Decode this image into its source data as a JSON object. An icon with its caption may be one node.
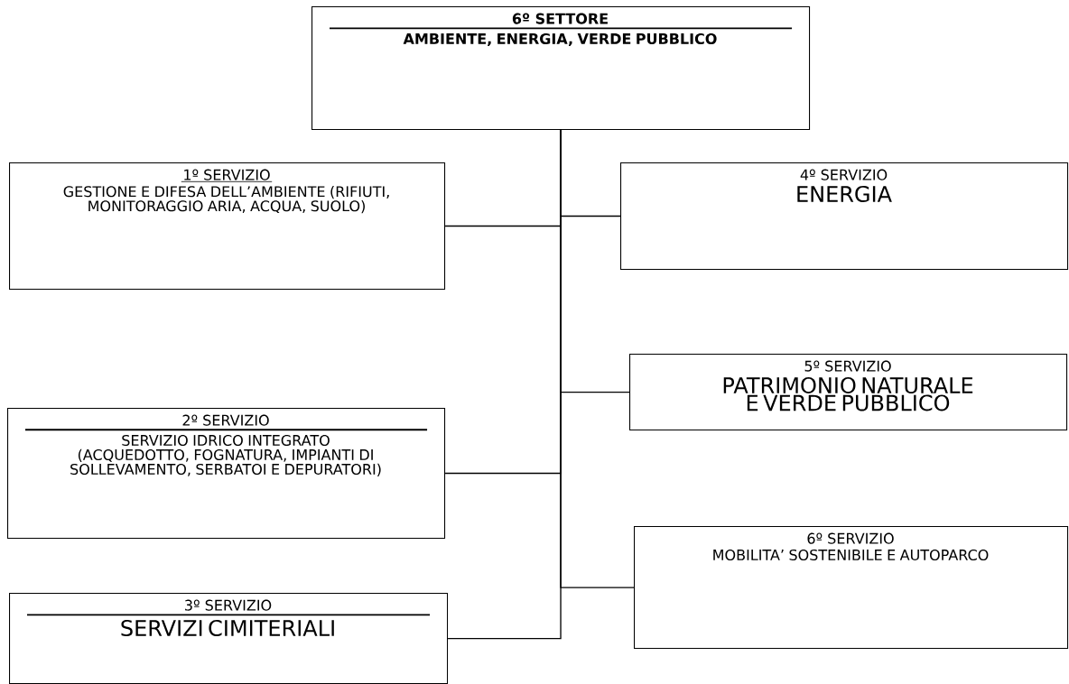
{
  "diagram": {
    "nodes": [
      {
        "text": [
          "6º SETTORE",
          "AMBIENTE, ENERGIA, VERDE PUBBLICO"
        ]
      },
      {
        "text": [
          "1º SERVIZIO",
          "GESTIONE E DIFESA DELL’AMBIENTE (RIFIUTI, MONITORAGGIO ARIA, ACQUA, SUOLO)"
        ]
      },
      {
        "text": [
          "4º SERVIZIO",
          "ENERGIA"
        ]
      },
      {
        "text": [
          "5º SERVIZIO",
          "PATRIMONIO NATURALE E VERDE PUBBLICO"
        ]
      },
      {
        "text": [
          "2º SERVIZIO",
          "SERVIZIO IDRICO INTEGRATO (ACQUEDOTTO, FOGNATURA, IMPIANTI DI SOLLEVAMENTO, SERBATOI E DEPURATORI)"
        ]
      },
      {
        "text": [
          "6º SERVIZIO",
          "MOBILITA’ SOSTENIBILE E AUTOPARCO"
        ]
      },
      {
        "text": [
          "3º SERVIZIO",
          "SERVIZI CIMITERIALI"
        ]
      }
    ],
    "edges": [
      {
        "from": 0,
        "to": 1,
        "arrow": "none"
      },
      {
        "from": 0,
        "to": 2,
        "arrow": "none"
      },
      {
        "from": 0,
        "to": 3,
        "arrow": "none"
      },
      {
        "from": 0,
        "to": 4,
        "arrow": "none"
      },
      {
        "from": 0,
        "to": 5,
        "arrow": "none"
      },
      {
        "from": 0,
        "to": 6,
        "arrow": "none"
      }
    ]
  }
}
